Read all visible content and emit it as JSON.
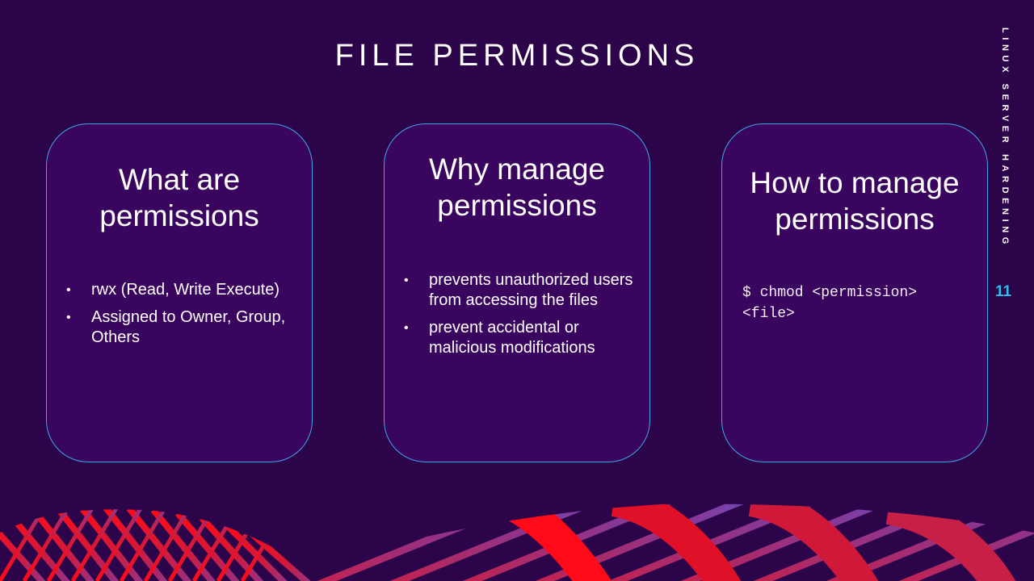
{
  "slide": {
    "title": "FILE PERMISSIONS",
    "side_label": "LINUX SERVER HARDENING",
    "page_number": "11",
    "colors": {
      "background": "#2c044a",
      "card_fill": "#3a055e",
      "card_border": "#41a6e6",
      "accent": "#2ac0e8",
      "decor_red": "#ff0a14",
      "decor_purple": "#6a4fc8"
    }
  },
  "cards": [
    {
      "heading": "What are permissions",
      "bullets": [
        "rwx (Read, Write Execute)",
        "Assigned to Owner, Group, Others"
      ]
    },
    {
      "heading": "Why manage permissions",
      "bullets": [
        "prevents unauthorized users from accessing the files",
        "prevent accidental or malicious modifications"
      ]
    },
    {
      "heading": "How to manage permissions",
      "code": "$ chmod <permission> <file>"
    }
  ],
  "bullet_glyph": "•"
}
